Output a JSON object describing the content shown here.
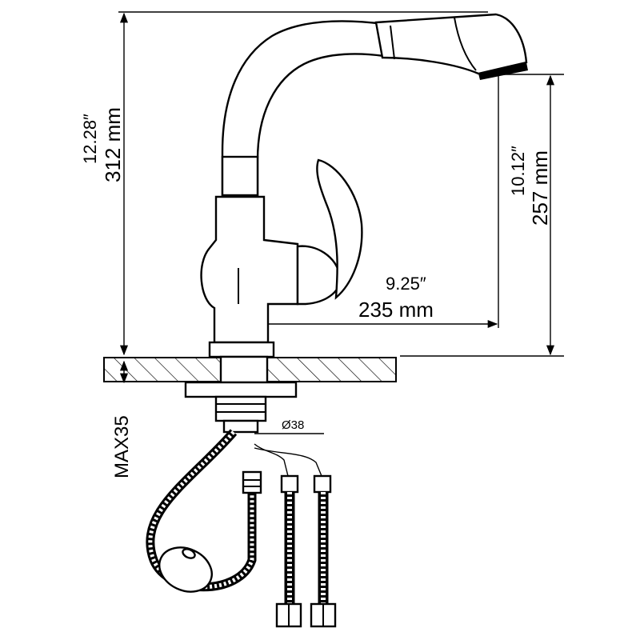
{
  "dimensions": {
    "total_height_in": "12.28″",
    "total_height_mm": "312 mm",
    "spout_height_in": "10.12″",
    "spout_height_mm": "257 mm",
    "reach_in": "9.25″",
    "reach_mm": "235 mm",
    "max_thickness": "MAX35",
    "hole_diameter": "Ø38"
  },
  "colors": {
    "line": "#000000",
    "background": "#ffffff"
  }
}
